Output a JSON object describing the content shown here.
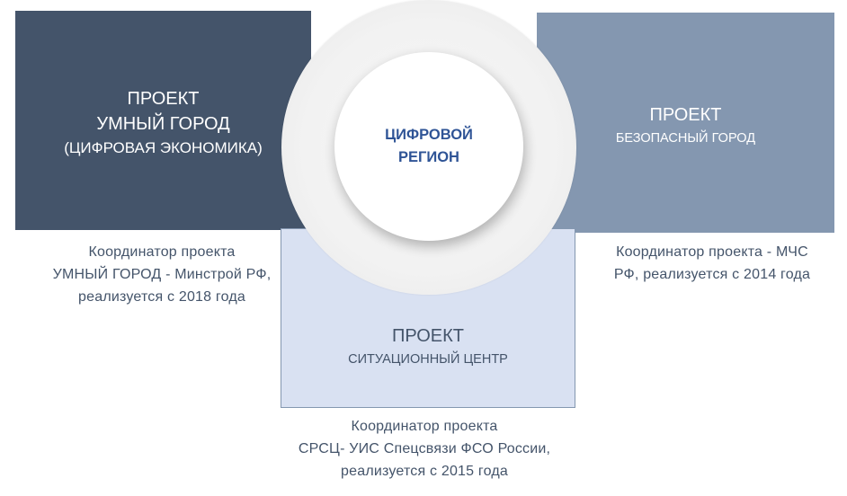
{
  "center": {
    "line1": "ЦИФРОВОЙ",
    "line2": "РЕГИОН"
  },
  "smart_city": {
    "title1": "ПРОЕКТ",
    "title2": "УМНЫЙ ГОРОД",
    "title3": "(ЦИФРОВАЯ ЭКОНОМИКА)",
    "caption": [
      "Координатор  проекта",
      "УМНЫЙ ГОРОД - Минстрой РФ,",
      "реализуется  с 2018 года"
    ]
  },
  "safe_city": {
    "title1": "ПРОЕКТ",
    "title2": "БЕЗОПАСНЫЙ ГОРОД",
    "caption": [
      "Координатор  проекта - МЧС",
      "РФ, реализуется  с 2014 года"
    ]
  },
  "situation_center": {
    "title1": "ПРОЕКТ",
    "title2": "СИТУАЦИОННЫЙ ЦЕНТР",
    "caption": [
      "Координатор  проекта",
      "СРСЦ- УИС Спецсвязи ФСО России,",
      "реализуется с 2015 года"
    ]
  },
  "colors": {
    "smart_city_box": "#44546a",
    "safe_city_box": "#8497b0",
    "situation_center_box": "#d9e1f2",
    "center_text": "#2f5496",
    "caption_text": "#44546a"
  }
}
